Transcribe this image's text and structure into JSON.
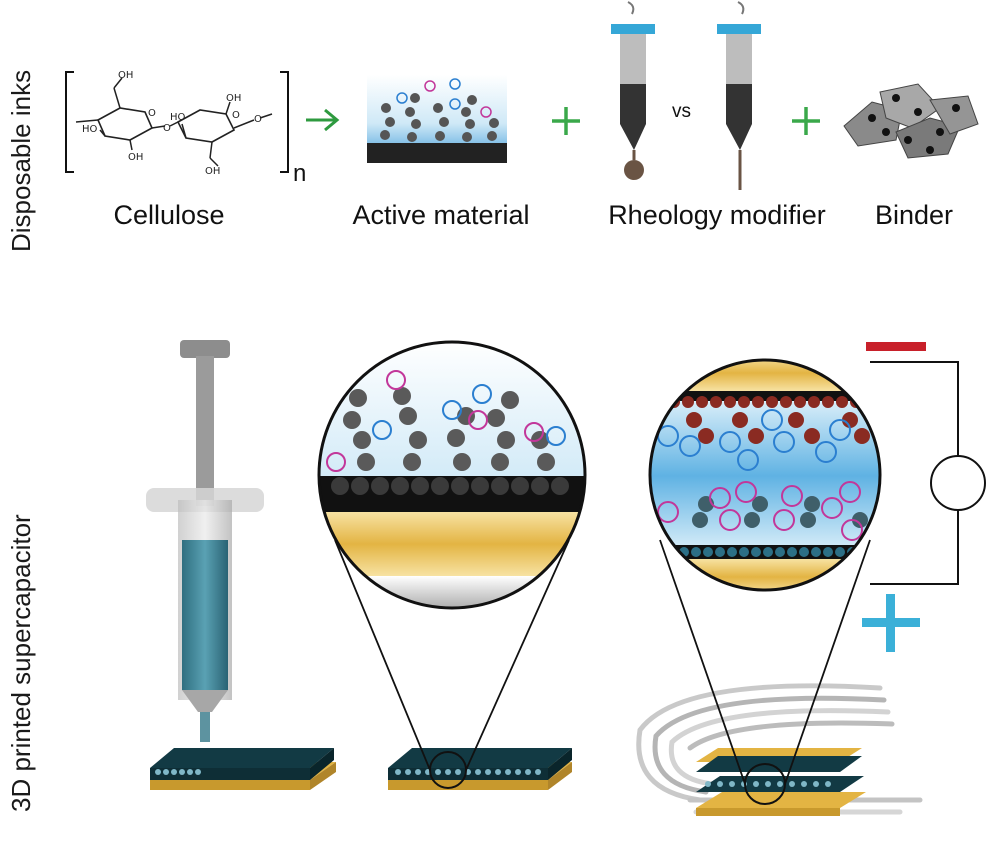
{
  "sections": {
    "top_label": "Disposable inks",
    "bottom_label": "3D printed supercapacitor"
  },
  "ingredients": {
    "cellulose": "Cellulose",
    "active_material": "Active material",
    "rheology_modifier": "Rheology modifier",
    "binder": "Binder",
    "versus": "vs",
    "repeat_subscript": "n"
  },
  "chem_labels": {
    "oh1": "OH",
    "ho1": "HO",
    "oh2": "OH",
    "ring_o1": "O",
    "bridge_o": "O",
    "ho2": "HO",
    "oh3": "OH",
    "ring_o2": "O",
    "oh4": "OH",
    "end_o": "O"
  },
  "colors": {
    "arrow_green": "#2e9a3f",
    "plus_green": "#3aa84a",
    "negative_red": "#c8202a",
    "positive_cyan": "#3bb0d8",
    "anion_magenta": "#c2379a",
    "cation_blue": "#2b7fd0",
    "gold": "#e7c15a",
    "dark_teal": "#123a44"
  },
  "icons": [
    "cellulose-structure",
    "active-material-block",
    "syringe-drip-icon",
    "syringe-filament-icon",
    "binder-flakes-icon",
    "printing-syringe",
    "magnifier-circle",
    "battery-symbol"
  ]
}
